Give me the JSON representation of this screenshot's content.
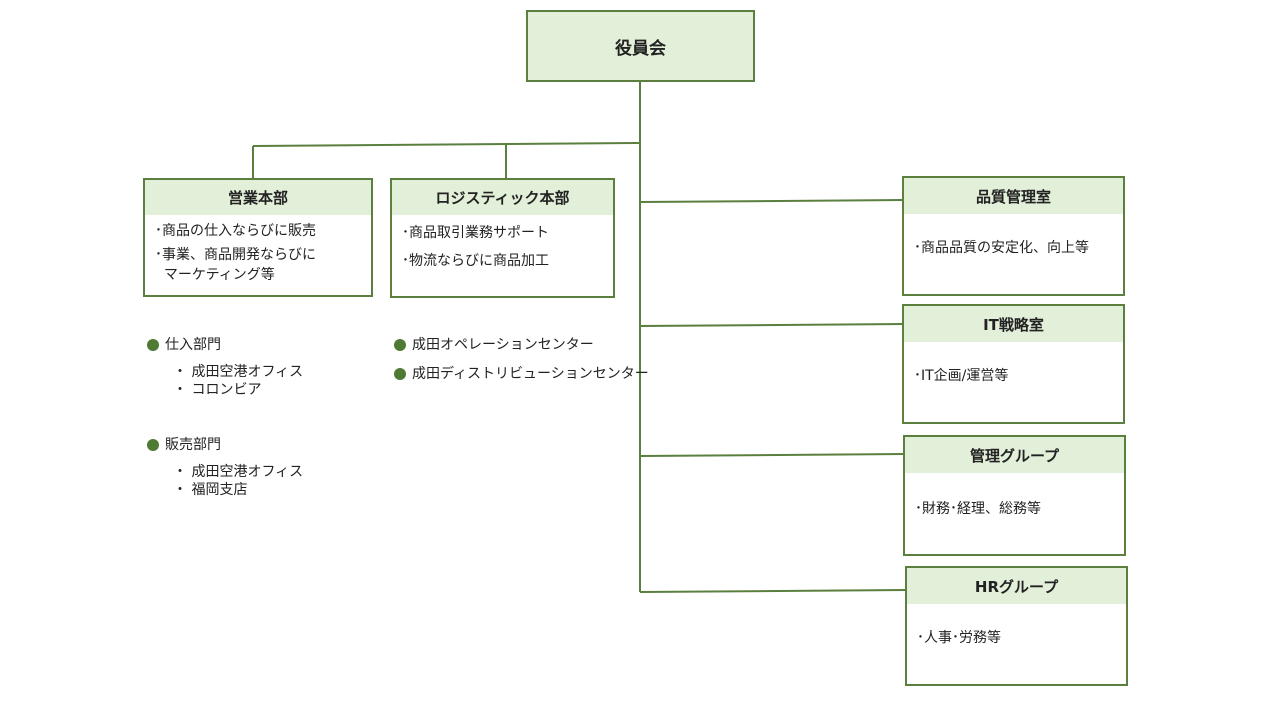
{
  "board": {
    "label": "役員会"
  },
  "divisions": {
    "sales": {
      "title": "営業本部",
      "lines": [
        "･商品の仕入ならびに販売",
        "･事業、商品開発ならびに",
        "  マーケティング等"
      ]
    },
    "logistics": {
      "title": "ロジスティック本部",
      "lines": [
        "･商品取引業務サポート",
        "･物流ならびに商品加工"
      ]
    },
    "quality": {
      "title": "品質管理室",
      "lines": [
        "･商品品質の安定化、向上等"
      ]
    },
    "it": {
      "title": "IT戦略室",
      "lines": [
        "･IT企画/運営等"
      ]
    },
    "admin": {
      "title": "管理グループ",
      "lines": [
        "･財務･経理、総務等"
      ]
    },
    "hr": {
      "title": "HRグループ",
      "lines": [
        "･人事･労務等"
      ]
    }
  },
  "sales_sections": [
    {
      "title": "仕入部門",
      "items": [
        "・ 成田空港オフィス",
        "・ コロンビア"
      ]
    },
    {
      "title": "販売部門",
      "items": [
        "・ 成田空港オフィス",
        "・ 福岡支店"
      ]
    }
  ],
  "logistics_sections": [
    {
      "title": "成田オペレーションセンター"
    },
    {
      "title": "成田ディストリビューションセンター"
    }
  ],
  "colors": {
    "line": "#5b7f3f",
    "header_fill": "#e2efd9",
    "bullet": "#4e7a34"
  }
}
